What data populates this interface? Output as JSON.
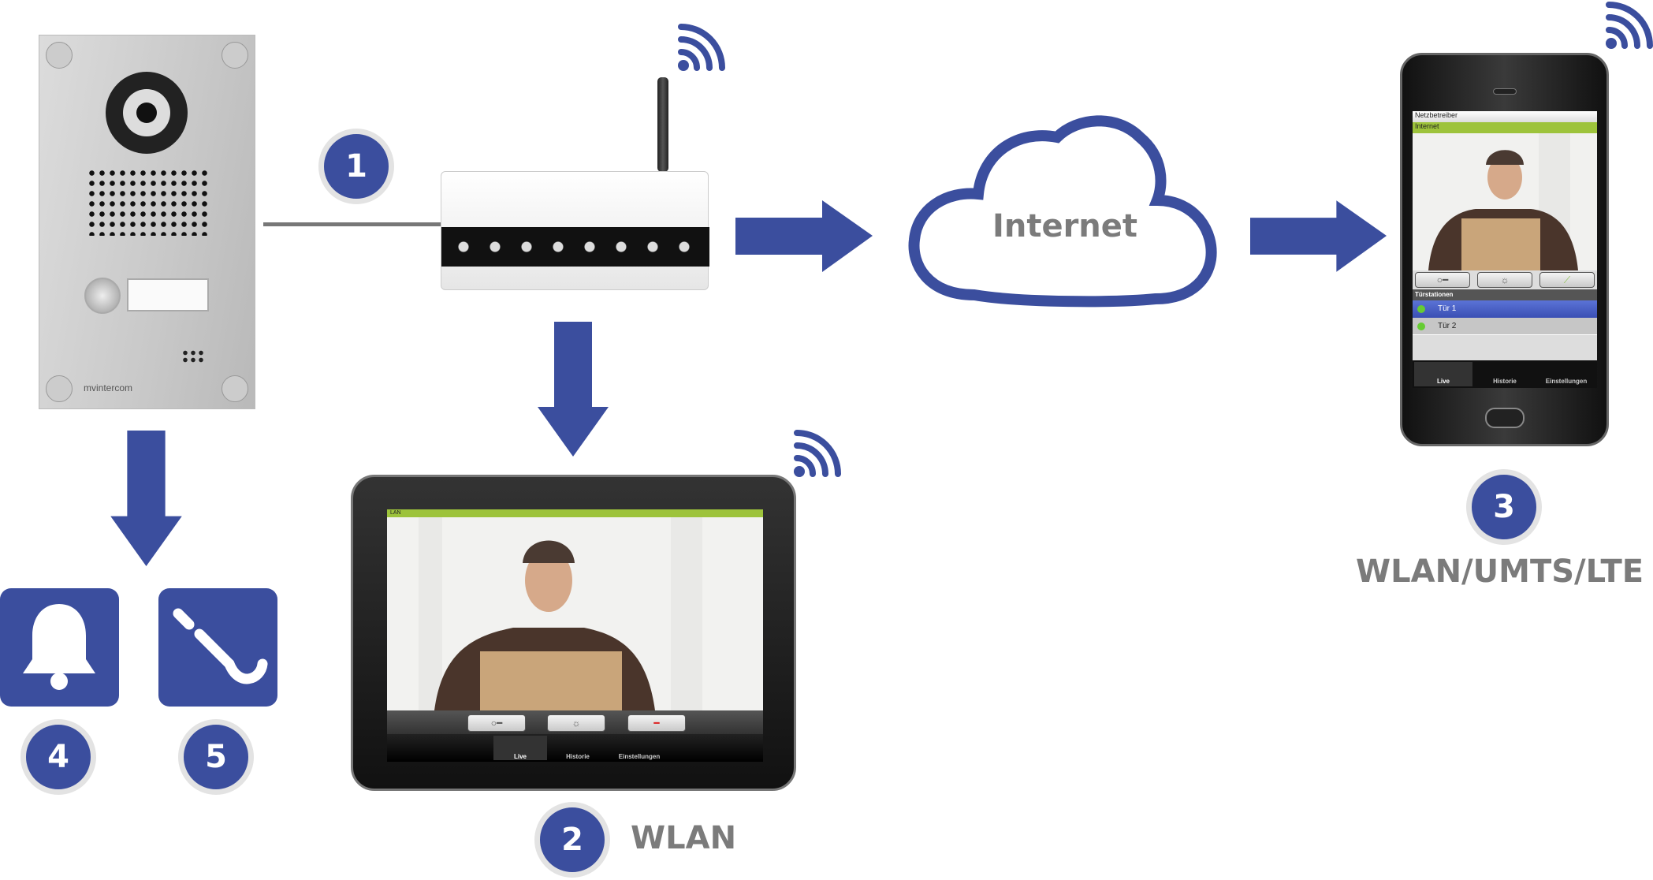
{
  "door_station": {
    "brand": "mvintercom"
  },
  "steps": [
    {
      "number": "1"
    },
    {
      "number": "2",
      "label": "WLAN"
    },
    {
      "number": "3",
      "label": "WLAN/UMTS/LTE"
    },
    {
      "number": "4"
    },
    {
      "number": "5"
    }
  ],
  "cloud": {
    "label": "Internet"
  },
  "tablet": {
    "status": "LAN",
    "buttons": [
      "key-icon",
      "light-icon",
      "hangup-icon"
    ],
    "tabs": [
      "Live",
      "Historie",
      "Einstellungen"
    ]
  },
  "phone": {
    "carrier": "Netzbetreiber",
    "status": "Internet",
    "buttons": [
      "key-icon",
      "light-icon",
      "call-icon"
    ],
    "section": "Türstationen",
    "stations": [
      "Tür 1",
      "Tür 2"
    ],
    "tabs": [
      "Live",
      "Historie",
      "Einstellungen"
    ]
  },
  "icons": {
    "bell": "bell-icon",
    "door_opener": "door-opener-icon",
    "wifi": "wifi-icon"
  },
  "colors": {
    "accent": "#3b4e9e",
    "label": "#7b7b7b",
    "status_bar": "#9dc33b"
  }
}
